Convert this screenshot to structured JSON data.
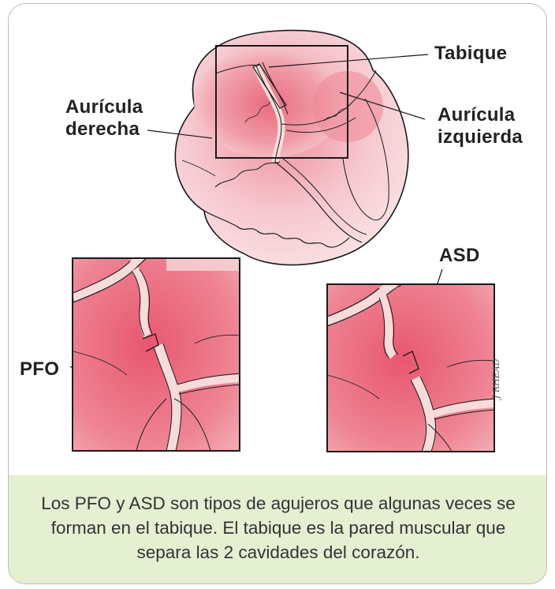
{
  "labels": {
    "tabique": "Tabique",
    "auricula_derecha_1": "Aurícula",
    "auricula_derecha_2": "derecha",
    "auricula_izquierda_1": "Aurícula",
    "auricula_izquierda_2": "izquierda",
    "pfo": "PFO",
    "asd": "ASD"
  },
  "signature": "J RHEAD",
  "caption": "Los PFO y ASD son tipos de agujeros que algunas veces se forman en el tabique. El tabique es la pared muscular que separa las 2 cavidades del corazón.",
  "colors": {
    "card_border": "#b9bdb3",
    "caption_bg": "#e5efd1",
    "heart_pale": "#f6dada",
    "heart_red": "#e9657a",
    "outline": "#1a1a1a"
  }
}
